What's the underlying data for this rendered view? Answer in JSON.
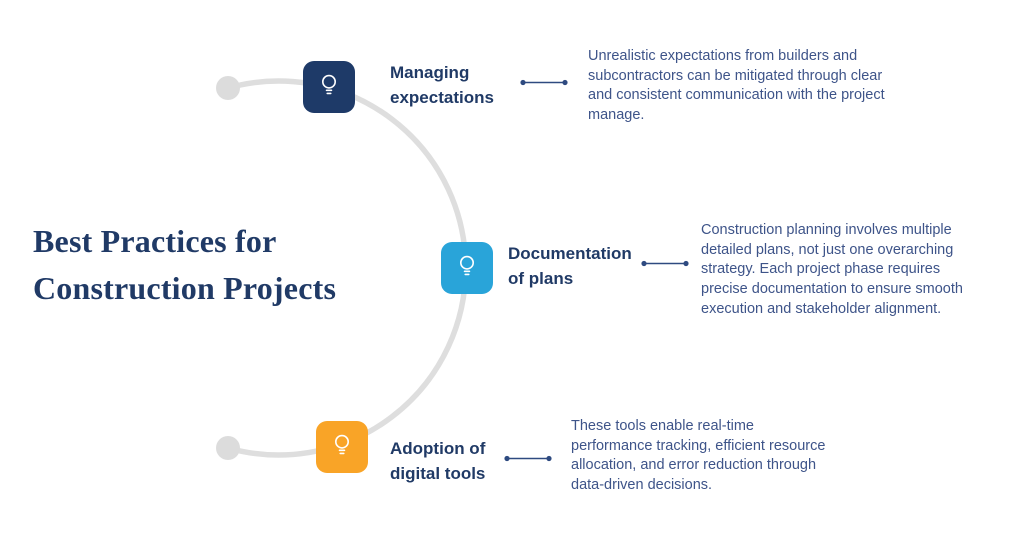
{
  "page": {
    "background": "#ffffff",
    "main_title": "Best Practices for\nConstruction Projects"
  },
  "colors": {
    "title_navy": "#203a66",
    "body_text": "#3e5489",
    "arc_gray": "#dedede",
    "arc_dot_gray": "#dcdcdc",
    "connector_navy": "#2e4a80",
    "item1_accent": "#1e3a68",
    "item2_accent": "#29a4d9",
    "item3_accent": "#f9a427"
  },
  "items": [
    {
      "id": "managing-expectations",
      "icon": "lightbulb-icon",
      "accent": "#1e3a68",
      "label": "Managing\nexpectations",
      "description": "Unrealistic expectations from builders and\nsubcontractors can be mitigated through clear\nand consistent communication with the project\nmanage."
    },
    {
      "id": "documentation-of-plans",
      "icon": "lightbulb-icon",
      "accent": "#29a4d9",
      "label": "Documentation\nof plans",
      "description": "Construction planning involves multiple\ndetailed plans, not just one overarching\nstrategy. Each project phase requires\nprecise documentation to ensure smooth\nexecution and stakeholder alignment."
    },
    {
      "id": "adoption-of-digital-tools",
      "icon": "lightbulb-icon",
      "accent": "#f9a427",
      "label": "Adoption of\ndigital tools",
      "description": "These tools enable real-time\nperformance tracking, efficient resource\nallocation, and error reduction through\ndata-driven decisions."
    }
  ]
}
